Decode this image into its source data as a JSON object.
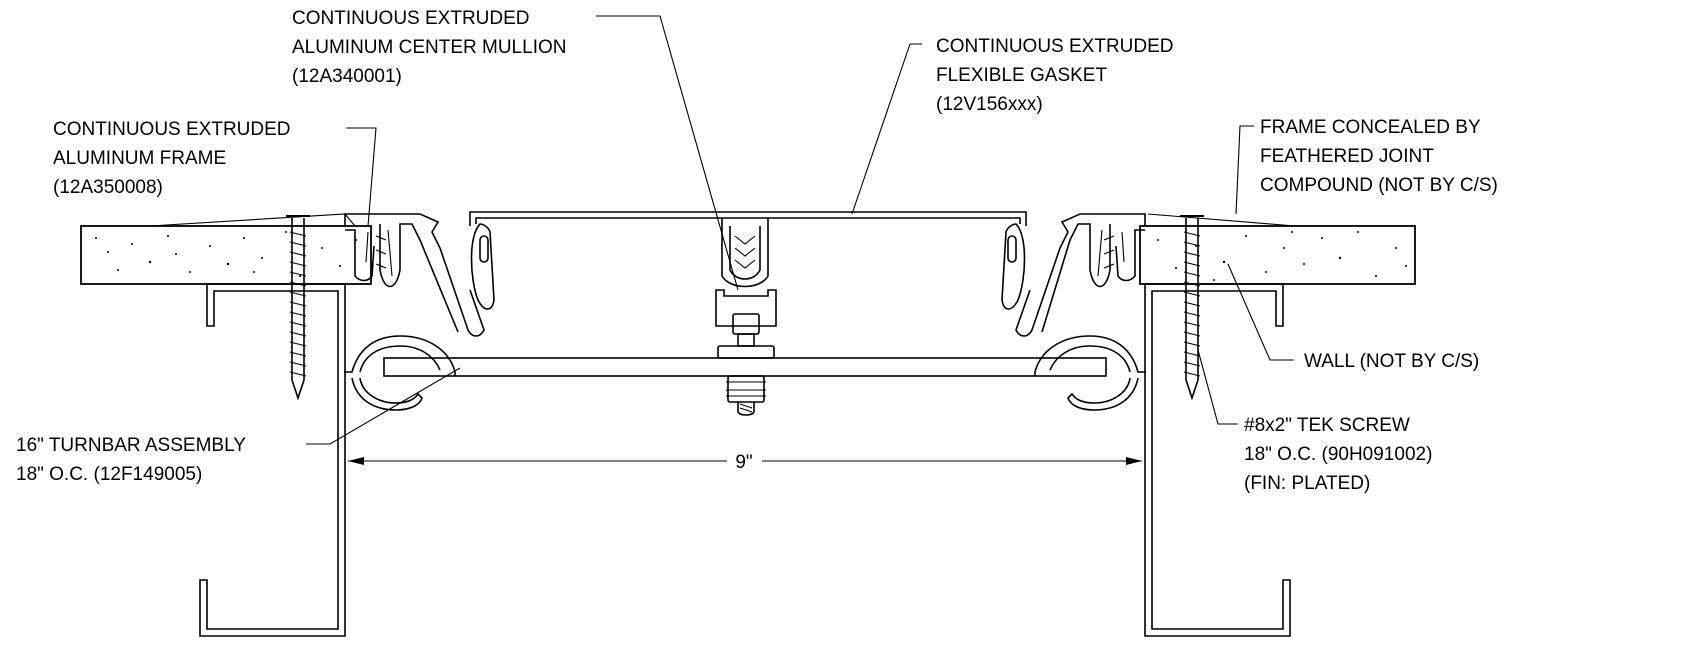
{
  "labels": {
    "center_mullion": [
      "CONTINUOUS EXTRUDED",
      "ALUMINUM CENTER MULLION",
      "(12A340001)"
    ],
    "gasket": [
      "CONTINUOUS EXTRUDED",
      "FLEXIBLE GASKET",
      "(12V156xxx)"
    ],
    "frame": [
      "CONTINUOUS EXTRUDED",
      "ALUMINUM FRAME",
      "(12A350008)"
    ],
    "frame_concealed": [
      "FRAME CONCEALED BY",
      "FEATHERED JOINT",
      "COMPOUND (NOT BY C/S)"
    ],
    "wall": [
      "WALL (NOT BY C/S)"
    ],
    "turnbar": [
      "16\" TURNBAR ASSEMBLY",
      "18\" O.C. (12F149005)"
    ],
    "tek_screw": [
      "#8x2\" TEK SCREW",
      "18\" O.C. (90H091002)",
      "(FIN: PLATED)"
    ],
    "dimension": "9\""
  }
}
